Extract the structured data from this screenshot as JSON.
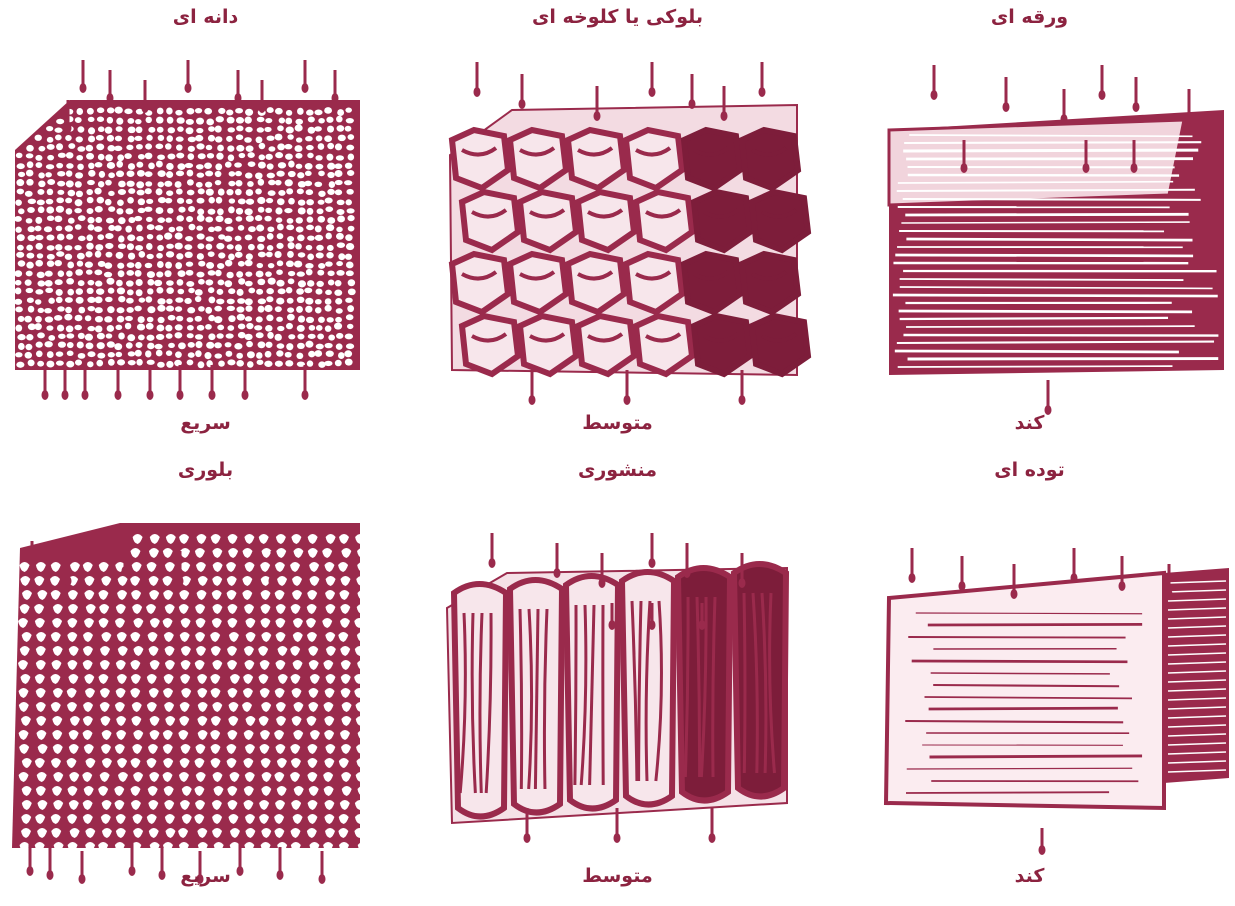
{
  "colors": {
    "ink": "#9a2a4c",
    "ink_dark": "#7d1d3a",
    "paper": "#ffffff"
  },
  "panels": [
    {
      "key": "granular",
      "title": "دانه ای",
      "speed": "سریع",
      "icon": "granular-structure-illustration"
    },
    {
      "key": "blocky",
      "title": "بلوکی یا کلوخه ای",
      "speed": "متوسط",
      "icon": "blocky-structure-illustration"
    },
    {
      "key": "platy",
      "title": "ورقه ای",
      "speed": "کند",
      "icon": "platy-structure-illustration"
    },
    {
      "key": "crumb",
      "title": "بلوری",
      "speed": "سریع",
      "icon": "crumb-structure-illustration"
    },
    {
      "key": "prismatic",
      "title": "منشوری",
      "speed": "متوسط",
      "icon": "prismatic-structure-illustration"
    },
    {
      "key": "massive",
      "title": "توده ای",
      "speed": "کند",
      "icon": "massive-structure-illustration"
    }
  ]
}
